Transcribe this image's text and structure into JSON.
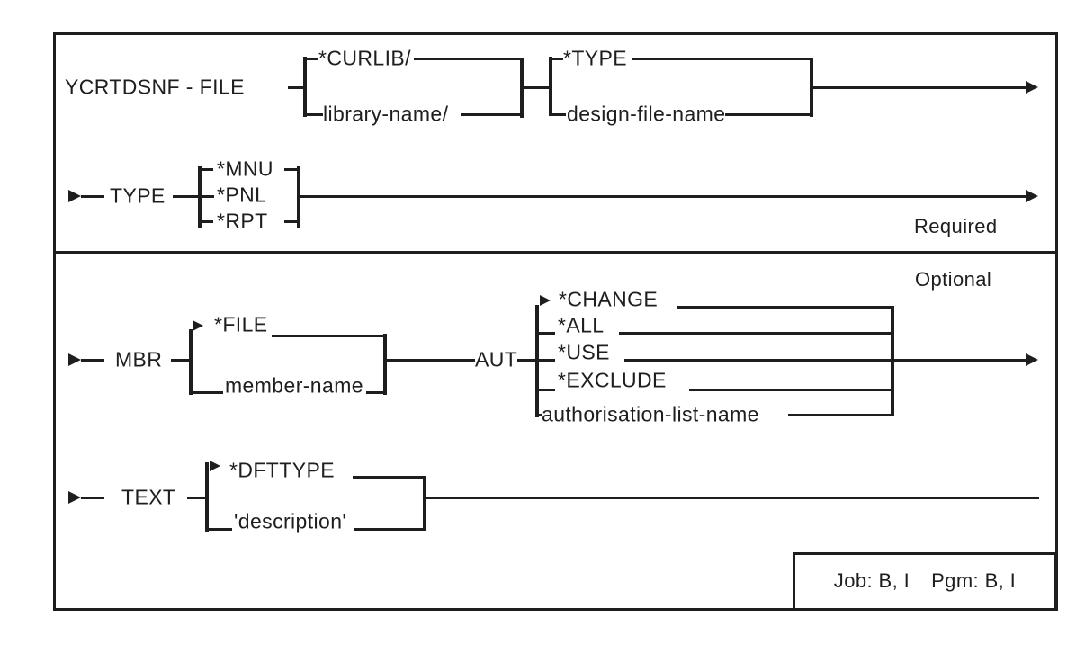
{
  "diagram": {
    "command_label": "YCRTDSNF - FILE",
    "library_group": {
      "options": [
        "*CURLIB/",
        "library-name/"
      ]
    },
    "file_group": {
      "options": [
        "*TYPE",
        "design-file-name"
      ]
    },
    "type_param": {
      "keyword": "TYPE",
      "options": [
        "*MNU",
        "*PNL",
        "*RPT"
      ]
    },
    "section_labels": {
      "required": "Required",
      "optional": "Optional"
    },
    "mbr_param": {
      "keyword": "MBR",
      "options": [
        "*FILE",
        "member-name"
      ]
    },
    "aut_param": {
      "keyword": "AUT",
      "options": [
        "*CHANGE",
        "*ALL",
        "*USE",
        "*EXCLUDE",
        "authorisation-list-name"
      ]
    },
    "text_param": {
      "keyword": "TEXT",
      "options": [
        "*DFTTYPE",
        "'description'"
      ]
    },
    "footer": {
      "job": "Job: B, I",
      "pgm": "Pgm: B, I"
    }
  },
  "colors": {
    "line": "#1e1e1e",
    "background": "#ffffff"
  }
}
